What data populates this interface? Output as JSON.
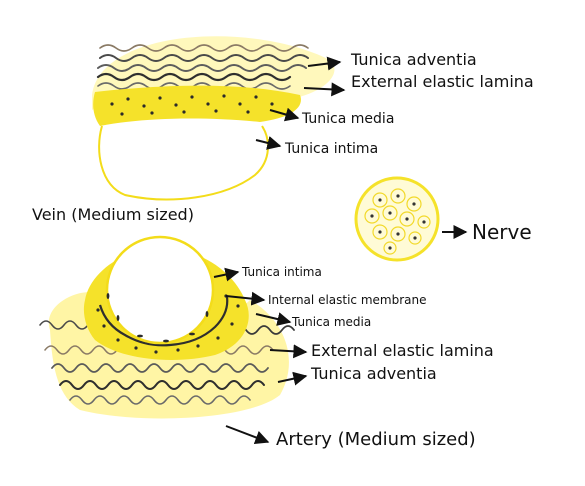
{
  "vein": {
    "title": "Vein (Medium sized)",
    "labels": [
      "Tunica adventia",
      "External elastic lamina",
      "Tunica media",
      "Tunica intima"
    ]
  },
  "artery": {
    "title": "Artery (Medium sized)",
    "labels": [
      "Tunica intima",
      "Internal elastic membrane",
      "Tunica media",
      "External elastic lamina",
      "Tunica adventia"
    ]
  },
  "nerve": {
    "title": "Nerve"
  },
  "colors": {
    "yellow": "#f5e22a",
    "pale_yellow": "#fff6a8",
    "lumen_outline": "#f3dc1a",
    "gray_wavy": "#5a5a5a",
    "dark_wavy": "#2e2e2e",
    "brown_wavy": "#9a8570",
    "ink": "#111111"
  }
}
